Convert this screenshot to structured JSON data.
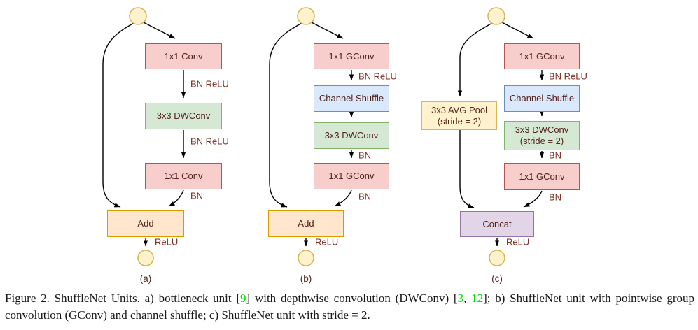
{
  "panels": {
    "a": {
      "tag": "(a)",
      "boxes": {
        "conv1": "1x1 Conv",
        "dwconv": "3x3 DWConv",
        "conv2": "1x1 Conv",
        "merge": "Add"
      },
      "labels": {
        "after_conv1": "BN ReLU",
        "after_dwconv": "BN ReLU",
        "after_conv2": "BN",
        "after_merge": "ReLU"
      }
    },
    "b": {
      "tag": "(b)",
      "boxes": {
        "gconv1": "1x1 GConv",
        "shuffle": "Channel Shuffle",
        "dwconv": "3x3 DWConv",
        "gconv2": "1x1 GConv",
        "merge": "Add"
      },
      "labels": {
        "after_gconv1": "BN ReLU",
        "after_dwconv": "BN",
        "after_gconv2": "BN",
        "after_merge": "ReLU"
      }
    },
    "c": {
      "tag": "(c)",
      "boxes": {
        "avgpool": "3x3 AVG Pool\n(stride = 2)",
        "gconv1": "1x1 GConv",
        "shuffle": "Channel Shuffle",
        "dwconv": "3x3 DWConv\n(stride = 2)",
        "gconv2": "1x1 GConv",
        "merge": "Concat"
      },
      "labels": {
        "after_gconv1": "BN ReLU",
        "after_dwconv": "BN",
        "after_gconv2": "BN",
        "after_merge": "ReLU"
      }
    }
  },
  "caption": {
    "segments": [
      "Figure 2. ShuffleNet Units. a) bottleneck unit [",
      "9",
      "] with depthwise convolution (DWConv) [",
      "3",
      ", ",
      "12",
      "]; b) ShuffleNet unit with pointwise group convolution (GConv) and channel shuffle; c) ShuffleNet unit with stride = 2."
    ],
    "cite_color": "#00dd00"
  },
  "palette": {
    "conv_fill": "#F8CECC",
    "conv_stroke": "#B85450",
    "dwconv_fill": "#D5E8D4",
    "dwconv_stroke": "#82B366",
    "shuffle_fill": "#DAE8FC",
    "shuffle_stroke": "#6C8EBF",
    "pool_fill": "#FFF2CC",
    "pool_stroke": "#D6B656",
    "add_fill": "#FFE6CC",
    "add_stroke": "#D79B00",
    "concat_fill": "#E1D5E7",
    "concat_stroke": "#9673A6",
    "node_fill": "#FFF2CC",
    "node_stroke": "#D6B656",
    "diagram_text": "#54221b",
    "edge_label_text": "#7a2e23"
  }
}
